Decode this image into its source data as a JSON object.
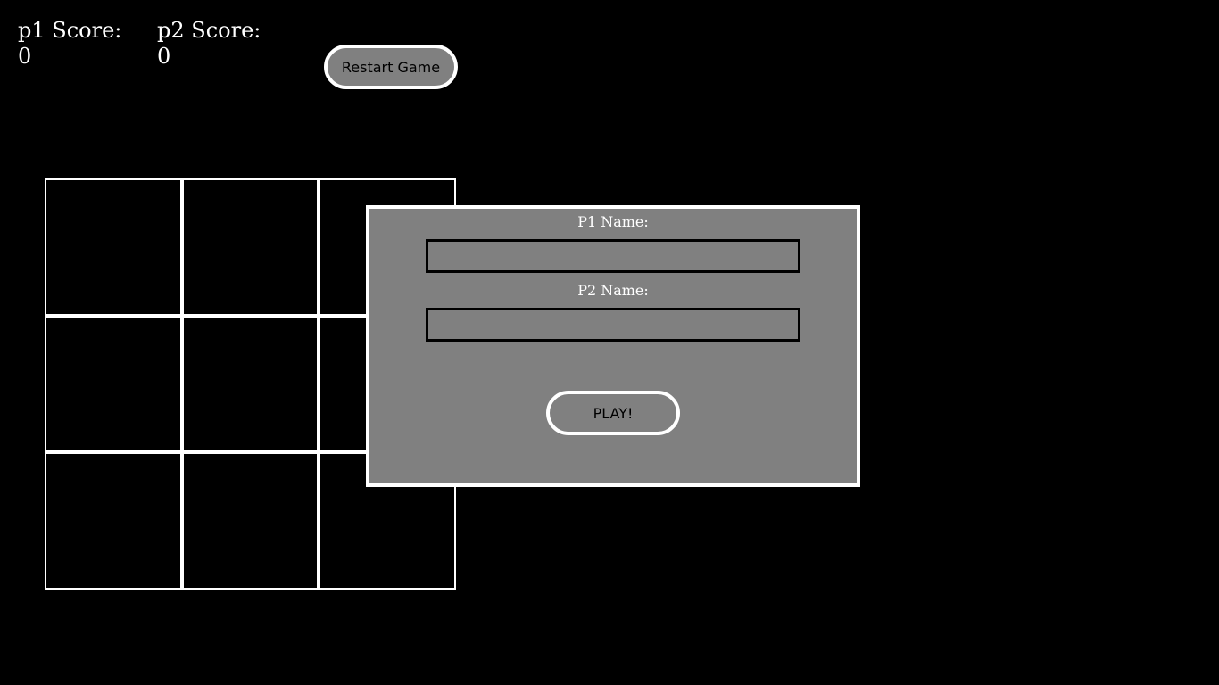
{
  "scores": {
    "p1_label": "p1 Score:",
    "p1_value": "0",
    "p2_label": "p2 Score:",
    "p2_value": "0"
  },
  "controls": {
    "restart_label": "Restart Game"
  },
  "board": {
    "cells": [
      "",
      "",
      "",
      "",
      "",
      "",
      "",
      "",
      ""
    ]
  },
  "modal": {
    "p1_label": "P1 Name:",
    "p1_value": "",
    "p1_placeholder": "",
    "p2_label": "P2 Name:",
    "p2_value": "",
    "p2_placeholder": "",
    "play_label": "PLAY!"
  },
  "colors": {
    "background": "#000000",
    "panel": "#808080",
    "border": "#ffffff",
    "text": "#ffffff"
  }
}
